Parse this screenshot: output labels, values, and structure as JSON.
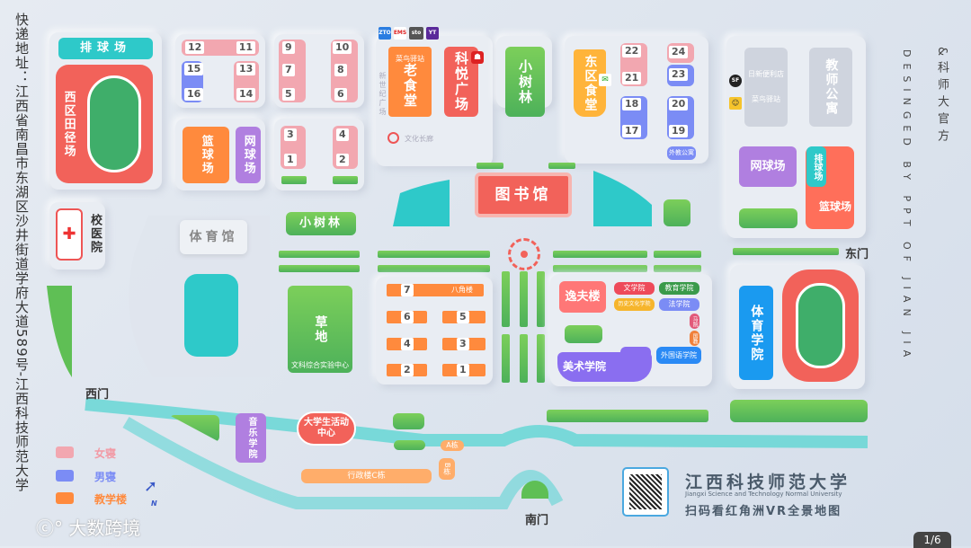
{
  "address": "快递地址：江西省南昌市东湖区沙井街道学府大道589号-江西科技师范大学",
  "west": {
    "volleyball": "排球场",
    "track": "西区田径场",
    "clinic": "校医院",
    "gym": "体育馆",
    "grove": "小树林",
    "basketball": "篮球场",
    "tennis": "网球场",
    "lawn": "草地",
    "lawn_note": "文科综合实验中心",
    "west_gate": "西门"
  },
  "dorms": {
    "pink": [
      "12",
      "11",
      "13",
      "14",
      "9",
      "10",
      "7",
      "8",
      "5",
      "6",
      "3",
      "1",
      "4",
      "2",
      "22",
      "21",
      "24"
    ],
    "blue": [
      "15",
      "16",
      "23",
      "18",
      "17",
      "20",
      "19"
    ],
    "foreign": "外教公寓"
  },
  "north": {
    "old_canteen": "老食堂",
    "cainiao": "菜鸟驿站",
    "century": "新世纪广场",
    "corridor": "文化长廊",
    "keyue": "科悦广场",
    "grove": "小树林",
    "east_canteen": "东区食堂",
    "logos": [
      "ZTO",
      "EMS",
      "sto",
      "YT"
    ]
  },
  "center": {
    "library": "图书馆",
    "teaching": [
      "7",
      "6",
      "5",
      "4",
      "3",
      "2",
      "1"
    ],
    "octagon": "八角楼",
    "yifu": "逸夫楼",
    "lit": "文学院",
    "edu": "教育学院",
    "history": "历史文化学院",
    "law": "法学院",
    "marx": "马院",
    "intl": "国教",
    "foreign": "外国语学院",
    "art": "美术学院"
  },
  "east": {
    "shop": "日新便利店",
    "cainiao": "菜鸟驿站",
    "teacher_apt": "教师公寓",
    "tennis": "网球场",
    "volleyball": "排球场",
    "basketball": "篮球场",
    "east_gate": "东门",
    "pe": "体育学院"
  },
  "south": {
    "music": "音乐学院",
    "activity": "大学生活动中心",
    "a": "A栋",
    "b": "B栋",
    "admin": "行政楼C栋",
    "south_gate": "南门"
  },
  "legend": [
    {
      "label": "女寝",
      "color": "#f2a7b0"
    },
    {
      "label": "男寝",
      "color": "#7b8cf5"
    },
    {
      "label": "教学楼",
      "color": "#ff8a3d"
    }
  ],
  "compass": "N",
  "university": {
    "cn": "江西科技师范大学",
    "en": "Jiangxi Science and Technology Normal University",
    "slogan": "扫码看红角洲VR全景地图"
  },
  "credit": {
    "designed": "DESINGED BY PPT OF JIAN JIA",
    "official": "&科师大官方"
  },
  "watermark": "大数跨境",
  "page": "1/6"
}
